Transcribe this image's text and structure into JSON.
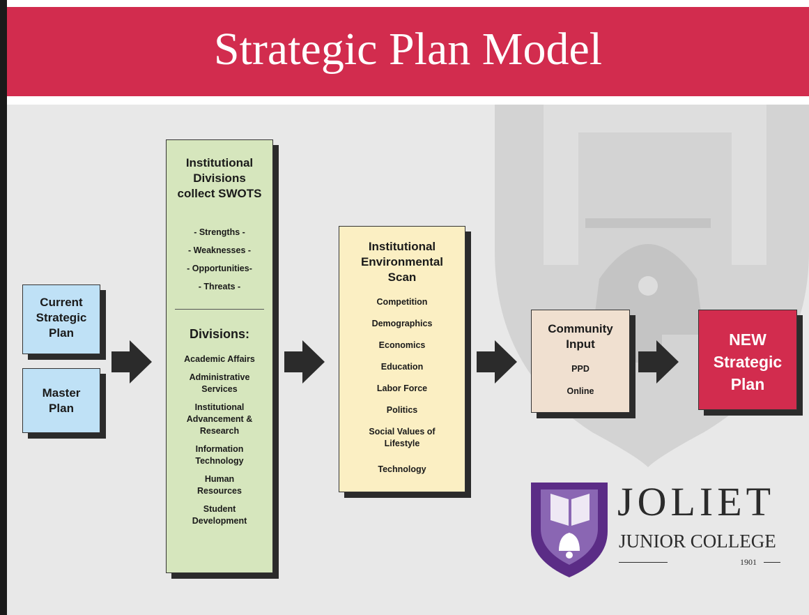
{
  "title": "Strategic Plan Model",
  "colors": {
    "header": "#d22c4e",
    "blue_box": "#bfe1f6",
    "green_box": "#d6e6bd",
    "yellow_box": "#fbefc3",
    "tan_box": "#f0e0d0",
    "new_plan_box": "#d22c4e",
    "logo_purple": "#5b2c86"
  },
  "boxes": {
    "current_plan": {
      "label": "Current Strategic Plan"
    },
    "master_plan": {
      "label": "Master Plan"
    },
    "divisions": {
      "heading": "Institutional Divisions collect SWOTS",
      "swots": [
        "- Strengths -",
        "- Weaknesses -",
        "- Opportunities-",
        "- Threats -"
      ],
      "divisions_heading": "Divisions:",
      "divisions_list": [
        "Academic Affairs",
        "Administrative Services",
        "Institutional Advancement & Research",
        "Information Technology",
        "Human Resources",
        "Student Development"
      ]
    },
    "environmental_scan": {
      "heading": "Institutional Environmental Scan",
      "items": [
        "Competition",
        "Demographics",
        "Economics",
        "Education",
        "Labor Force",
        "Politics",
        "Social Values of Lifestyle",
        "Technology"
      ]
    },
    "community_input": {
      "heading": "Community Input",
      "items": [
        "PPD",
        "Online"
      ]
    },
    "new_plan": {
      "label": "NEW Strategic Plan"
    }
  },
  "logo": {
    "name_line1": "JOLIET",
    "name_line2": "JUNIOR COLLEGE",
    "year": "1901"
  }
}
